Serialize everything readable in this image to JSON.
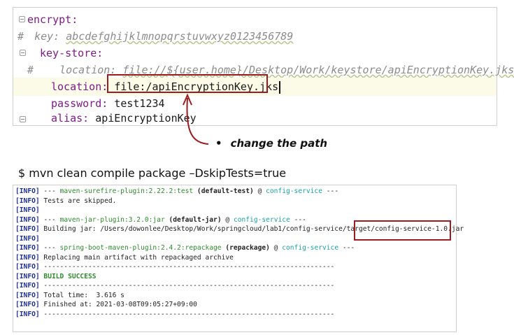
{
  "editor": {
    "lines": [
      {
        "key": "encrypt:",
        "value": ""
      },
      {
        "comment_prefix": "#",
        "comment_key": "key: ",
        "comment_val": "abcdefghijklmnopqrstuvwxyz0123456789"
      },
      {
        "key": "key-store:",
        "value": ""
      },
      {
        "comment_prefix": "#",
        "comment_key": "location: ",
        "comment_val": "file://${user.home}/Desktop/Work/keystore/apiEncryptionKey.jks"
      },
      {
        "key": "location:",
        "value": "file:/apiEncryptionKey.jks"
      },
      {
        "key": "password:",
        "value": "test1234"
      },
      {
        "key": "alias:",
        "value": "apiEncryptionKey"
      }
    ]
  },
  "annotation": {
    "bullet": "•",
    "text": "change the path",
    "accent": "#9b1d20"
  },
  "command": "$ mvn clean compile package –DskipTests=true",
  "terminal": {
    "tag": "[INFO]",
    "lines": [
      {
        "type": "plugin",
        "pre": " --- ",
        "plugin": "maven-surefire-plugin:2.22.2:test",
        "goal": " (default-test)",
        "at": " @ ",
        "project": "config-service",
        "post": " ---"
      },
      {
        "type": "text",
        "text": " Tests are skipped."
      },
      {
        "type": "empty"
      },
      {
        "type": "plugin",
        "pre": " --- ",
        "plugin": "maven-jar-plugin:3.2.0:jar",
        "goal": " (default-jar)",
        "at": " @ ",
        "project": "config-service",
        "post": " ---"
      },
      {
        "type": "jar",
        "text": " Building jar: /Users/dowonlee/Desktop/Work/springcloud/lab1/config-service/target",
        "highlight": "/config-service-1.0.jar"
      },
      {
        "type": "empty"
      },
      {
        "type": "plugin",
        "pre": " --- ",
        "plugin": "spring-boot-maven-plugin:2.4.2:repackage",
        "goal": " (repackage)",
        "at": " @ ",
        "project": "config-service",
        "post": " ---"
      },
      {
        "type": "text",
        "text": " Replacing main artifact with repackaged archive"
      },
      {
        "type": "text",
        "text": " ------------------------------------------------------------------------"
      },
      {
        "type": "success",
        "text": " BUILD SUCCESS"
      },
      {
        "type": "text",
        "text": " ------------------------------------------------------------------------"
      },
      {
        "type": "text",
        "text": " Total time:  3.616 s"
      },
      {
        "type": "text",
        "text": " Finished at: 2021-03-08T09:05:27+09:00"
      },
      {
        "type": "text",
        "text": " ------------------------------------------------------------------------"
      }
    ]
  }
}
